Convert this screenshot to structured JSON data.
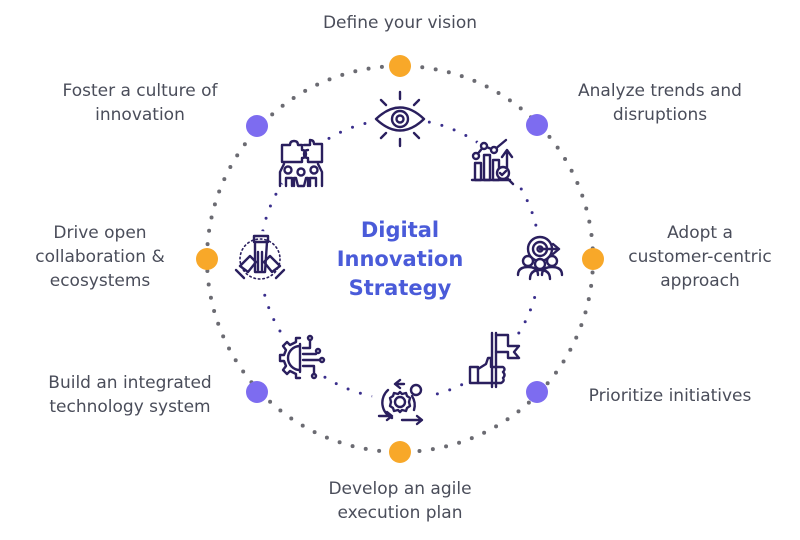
{
  "diagram": {
    "title": "Digital Innovation Strategy",
    "title_lines": [
      "Digital",
      "Innovation",
      "Strategy"
    ],
    "colors": {
      "title": "#4a5bd9",
      "label_text": "#4a4d5a",
      "orange_node": "#f8a829",
      "purple_node": "#7d6cf0",
      "outer_dots": "#6b6b72",
      "inner_dots": "#3a2f8c",
      "icon_stroke": "#2a1f5e"
    },
    "steps": [
      {
        "label": "Define your vision",
        "lines": [
          "Define your vision"
        ],
        "icon": "eye-icon",
        "node_color": "orange"
      },
      {
        "label": "Analyze trends and disruptions",
        "lines": [
          "Analyze trends and",
          "disruptions"
        ],
        "icon": "trend-analysis-icon",
        "node_color": "purple"
      },
      {
        "label": "Adopt a customer-centric approach",
        "lines": [
          "Adopt a",
          "customer-centric",
          "approach"
        ],
        "icon": "target-customers-icon",
        "node_color": "orange"
      },
      {
        "label": "Prioritize initiatives",
        "lines": [
          "Prioritize initiatives"
        ],
        "icon": "flag-hand-icon",
        "node_color": "purple"
      },
      {
        "label": "Develop an agile execution plan",
        "lines": [
          "Develop an agile",
          "execution plan"
        ],
        "icon": "agile-cycle-gear-icon",
        "node_color": "orange"
      },
      {
        "label": "Build an integrated technology system",
        "lines": [
          "Build an integrated",
          "technology system"
        ],
        "icon": "tech-gear-circuit-icon",
        "node_color": "purple"
      },
      {
        "label": "Drive open collaboration & ecosystems",
        "lines": [
          "Drive open",
          "collaboration &",
          "ecosystems"
        ],
        "icon": "stacked-hands-icon",
        "node_color": "orange"
      },
      {
        "label": "Foster a culture of innovation",
        "lines": [
          "Foster a culture of",
          "innovation"
        ],
        "icon": "team-puzzle-icon",
        "node_color": "purple"
      }
    ]
  }
}
